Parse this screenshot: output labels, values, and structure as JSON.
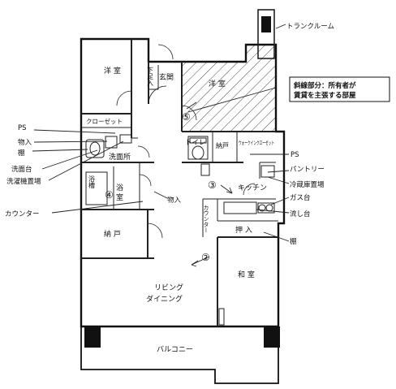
{
  "rooms": {
    "western_1": "洋 室",
    "western_2": "洋 室",
    "closet": "クローゼット",
    "shoe_storage": "下足入",
    "entrance": "玄関",
    "toilet": "トイレ",
    "storage_1": "納戸",
    "walk_in_closet": "ウォークインクローゼット",
    "washroom": "洗面所",
    "bath": "浴 室",
    "bath_fixture": "浴槽",
    "kitchen": "キッチン",
    "counter_inner": "カウンター",
    "storage_2": "納 戸",
    "closet_oshiire": "押 入",
    "japanese_room": "和 室",
    "living": "リビング",
    "dining": "ダイニング",
    "balcony": "バルコニー"
  },
  "numbers": {
    "n2": "②",
    "n3": "③",
    "n4": "④",
    "n5": "⑤"
  },
  "annotations": {
    "trunk_room": "トランクルーム",
    "hatch_note_line1": "斜線部分：所有者が",
    "hatch_note_line2": "賃貸を主張する部屋",
    "ps_right": "PS",
    "pantry": "パントリー",
    "fridge_space": "冷蔵庫置場",
    "gas_stove": "ガス台",
    "sink": "流し台",
    "shelf_right": "棚",
    "storage_lower": "物入",
    "ps_left": "PS",
    "storage_left": "物入",
    "shelf_left": "棚",
    "washbasin": "洗面台",
    "washer_space": "洗濯機置場",
    "counter_left": "カウンター"
  }
}
